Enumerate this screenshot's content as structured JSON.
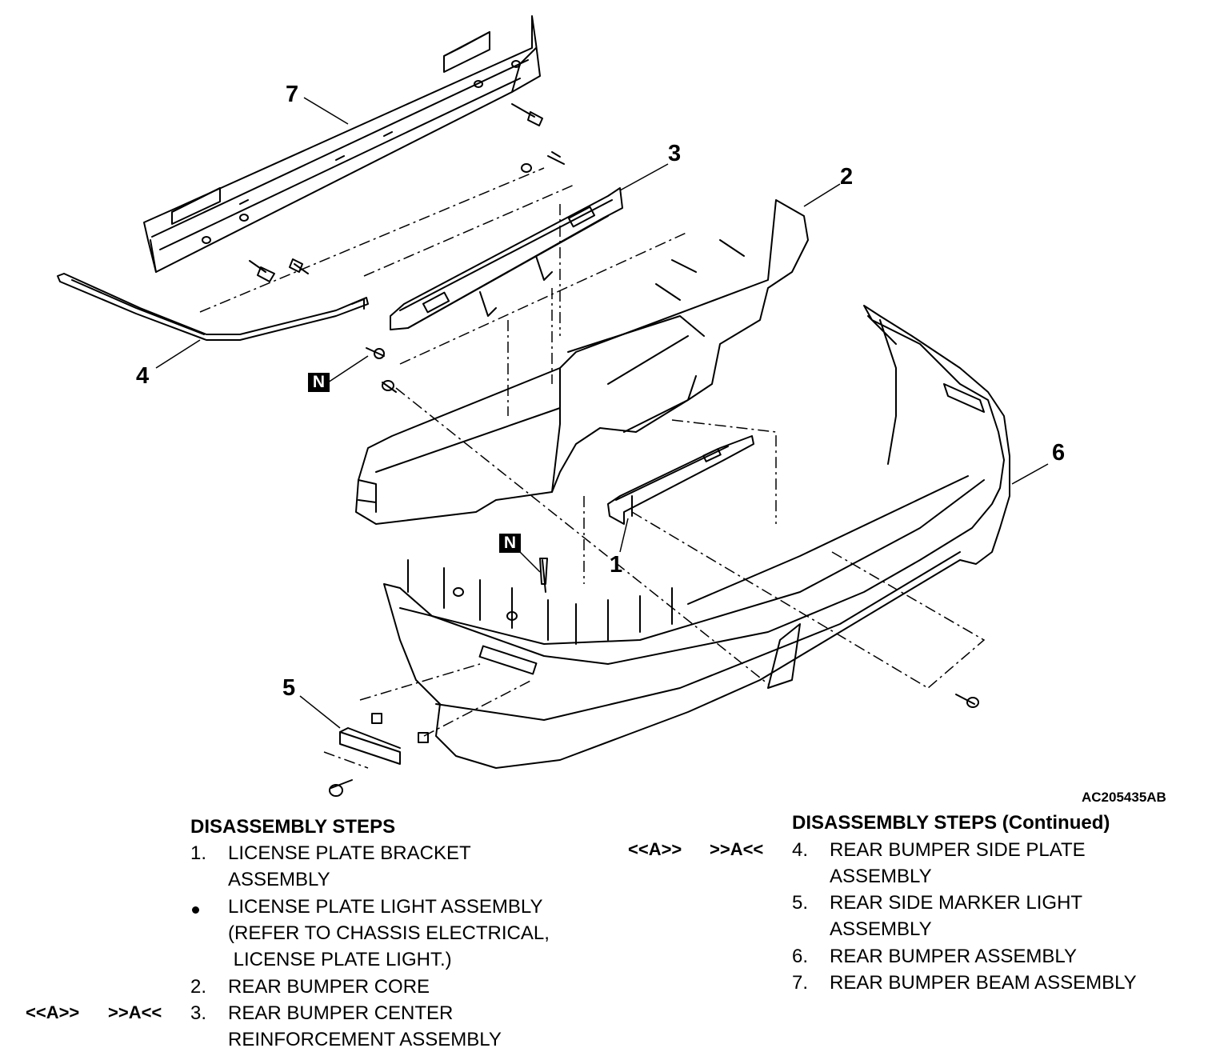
{
  "figure_code": "AC205435AB",
  "callouts": {
    "c1": "1",
    "c2": "2",
    "c3": "3",
    "c4": "4",
    "c5": "5",
    "c6": "6",
    "c7": "7",
    "n_upper": "N",
    "n_lower": "N"
  },
  "left_steps": {
    "title": "DISASSEMBLY STEPS",
    "items": [
      {
        "num": "1.",
        "lines": [
          "LICENSE PLATE BRACKET",
          "ASSEMBLY"
        ]
      },
      {
        "num": "",
        "bullet": true,
        "lines": [
          "LICENSE PLATE LIGHT ASSEMBLY",
          "(REFER TO CHASSIS ELECTRICAL,",
          " LICENSE PLATE LIGHT.)"
        ]
      },
      {
        "num": "2.",
        "lines": [
          "REAR BUMPER CORE"
        ]
      },
      {
        "num": "3.",
        "ref_remove": "<<A>>",
        "ref_install": ">>A<<",
        "lines": [
          "REAR BUMPER CENTER",
          "REINFORCEMENT ASSEMBLY"
        ]
      }
    ]
  },
  "right_steps": {
    "title": "DISASSEMBLY STEPS (Continued)",
    "items": [
      {
        "num": "4.",
        "ref_remove": "<<A>>",
        "ref_install": ">>A<<",
        "lines": [
          "REAR BUMPER SIDE PLATE",
          "ASSEMBLY"
        ]
      },
      {
        "num": "5.",
        "lines": [
          "REAR SIDE MARKER LIGHT",
          "ASSEMBLY"
        ]
      },
      {
        "num": "6.",
        "lines": [
          "REAR BUMPER ASSEMBLY"
        ]
      },
      {
        "num": "7.",
        "lines": [
          "REAR BUMPER BEAM ASSEMBLY"
        ]
      }
    ]
  }
}
